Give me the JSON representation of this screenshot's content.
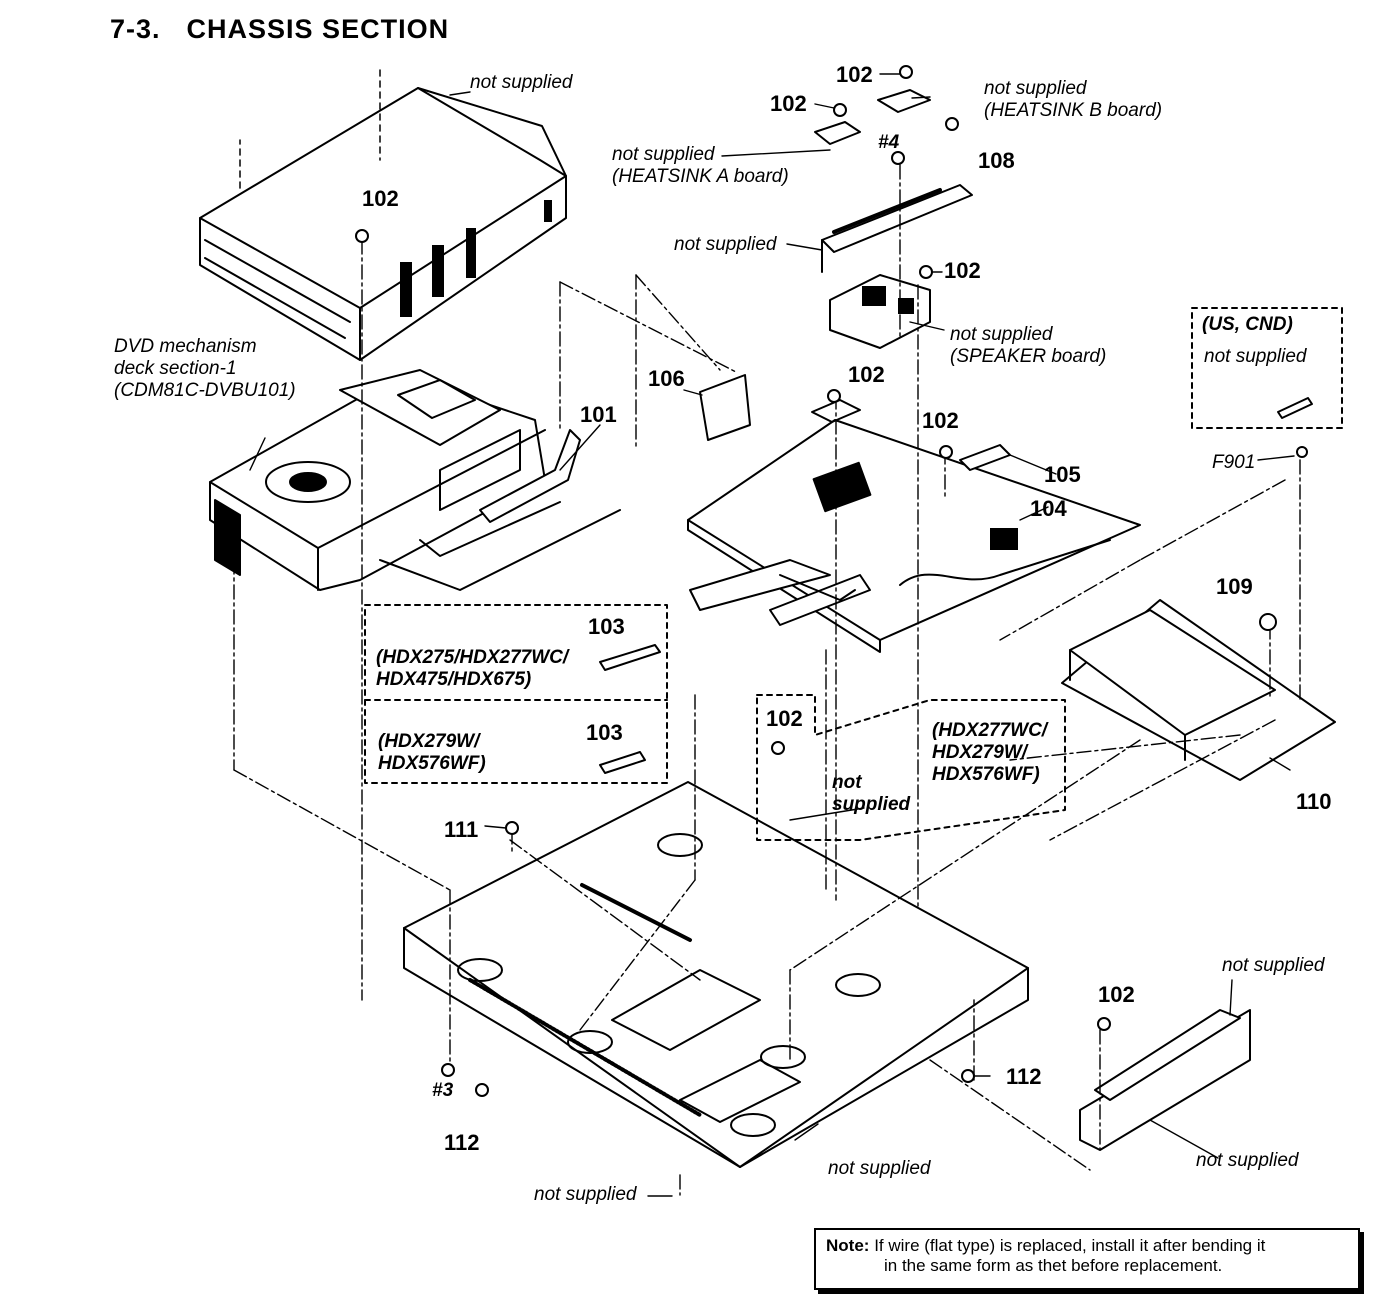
{
  "title": {
    "number": "7-3.",
    "text": "CHASSIS SECTION"
  },
  "labels": {
    "not_supplied": "not supplied",
    "heatsink_b": "(HEATSINK B board)",
    "heatsink_a": "(HEATSINK A board)",
    "speaker": "(SPEAKER board)",
    "dvd_mech_1": "DVD mechanism",
    "dvd_mech_2": "deck section-1",
    "dvd_mech_3": "(CDM81C-DVBU101)",
    "us_cnd": "(US, CND)",
    "f901": "F901",
    "not": "not",
    "supplied": "supplied",
    "hash4": "#4",
    "hash3": "#3",
    "models_a_1": "(HDX275/HDX277WC/",
    "models_a_2": "HDX475/HDX675)",
    "models_b_1": "(HDX279W/",
    "models_b_2": "HDX576WF)",
    "models_c_1": "(HDX277WC/",
    "models_c_2": "HDX279W/",
    "models_c_3": "HDX576WF)"
  },
  "parts": {
    "p101": "101",
    "p102": "102",
    "p103": "103",
    "p104": "104",
    "p105": "105",
    "p106": "106",
    "p108": "108",
    "p109": "109",
    "p110": "110",
    "p111": "111",
    "p112": "112"
  },
  "note": {
    "key": "Note:",
    "line1": "If wire (flat type) is replaced, install it after bending it",
    "line2": "in the same form as thet before replacement."
  }
}
